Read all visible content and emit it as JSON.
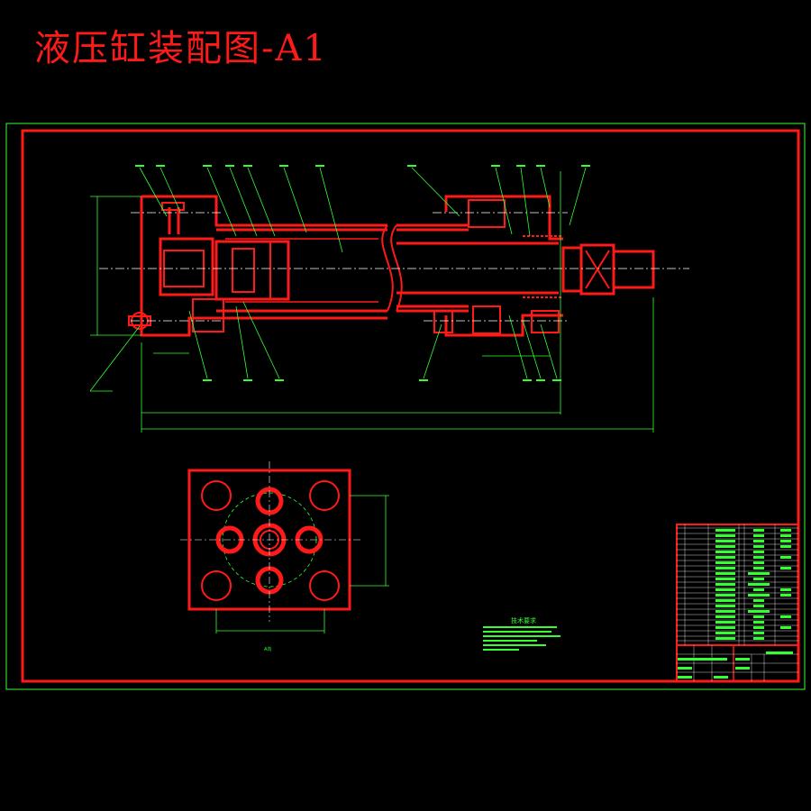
{
  "title": "液压缸装配图-A1",
  "colors": {
    "background": "#000000",
    "outline": "#ff1a1a",
    "dimension": "#33ff33",
    "centerline": "#ffffff"
  },
  "tech_requirements_heading": "技术要求",
  "view_label": "A向"
}
